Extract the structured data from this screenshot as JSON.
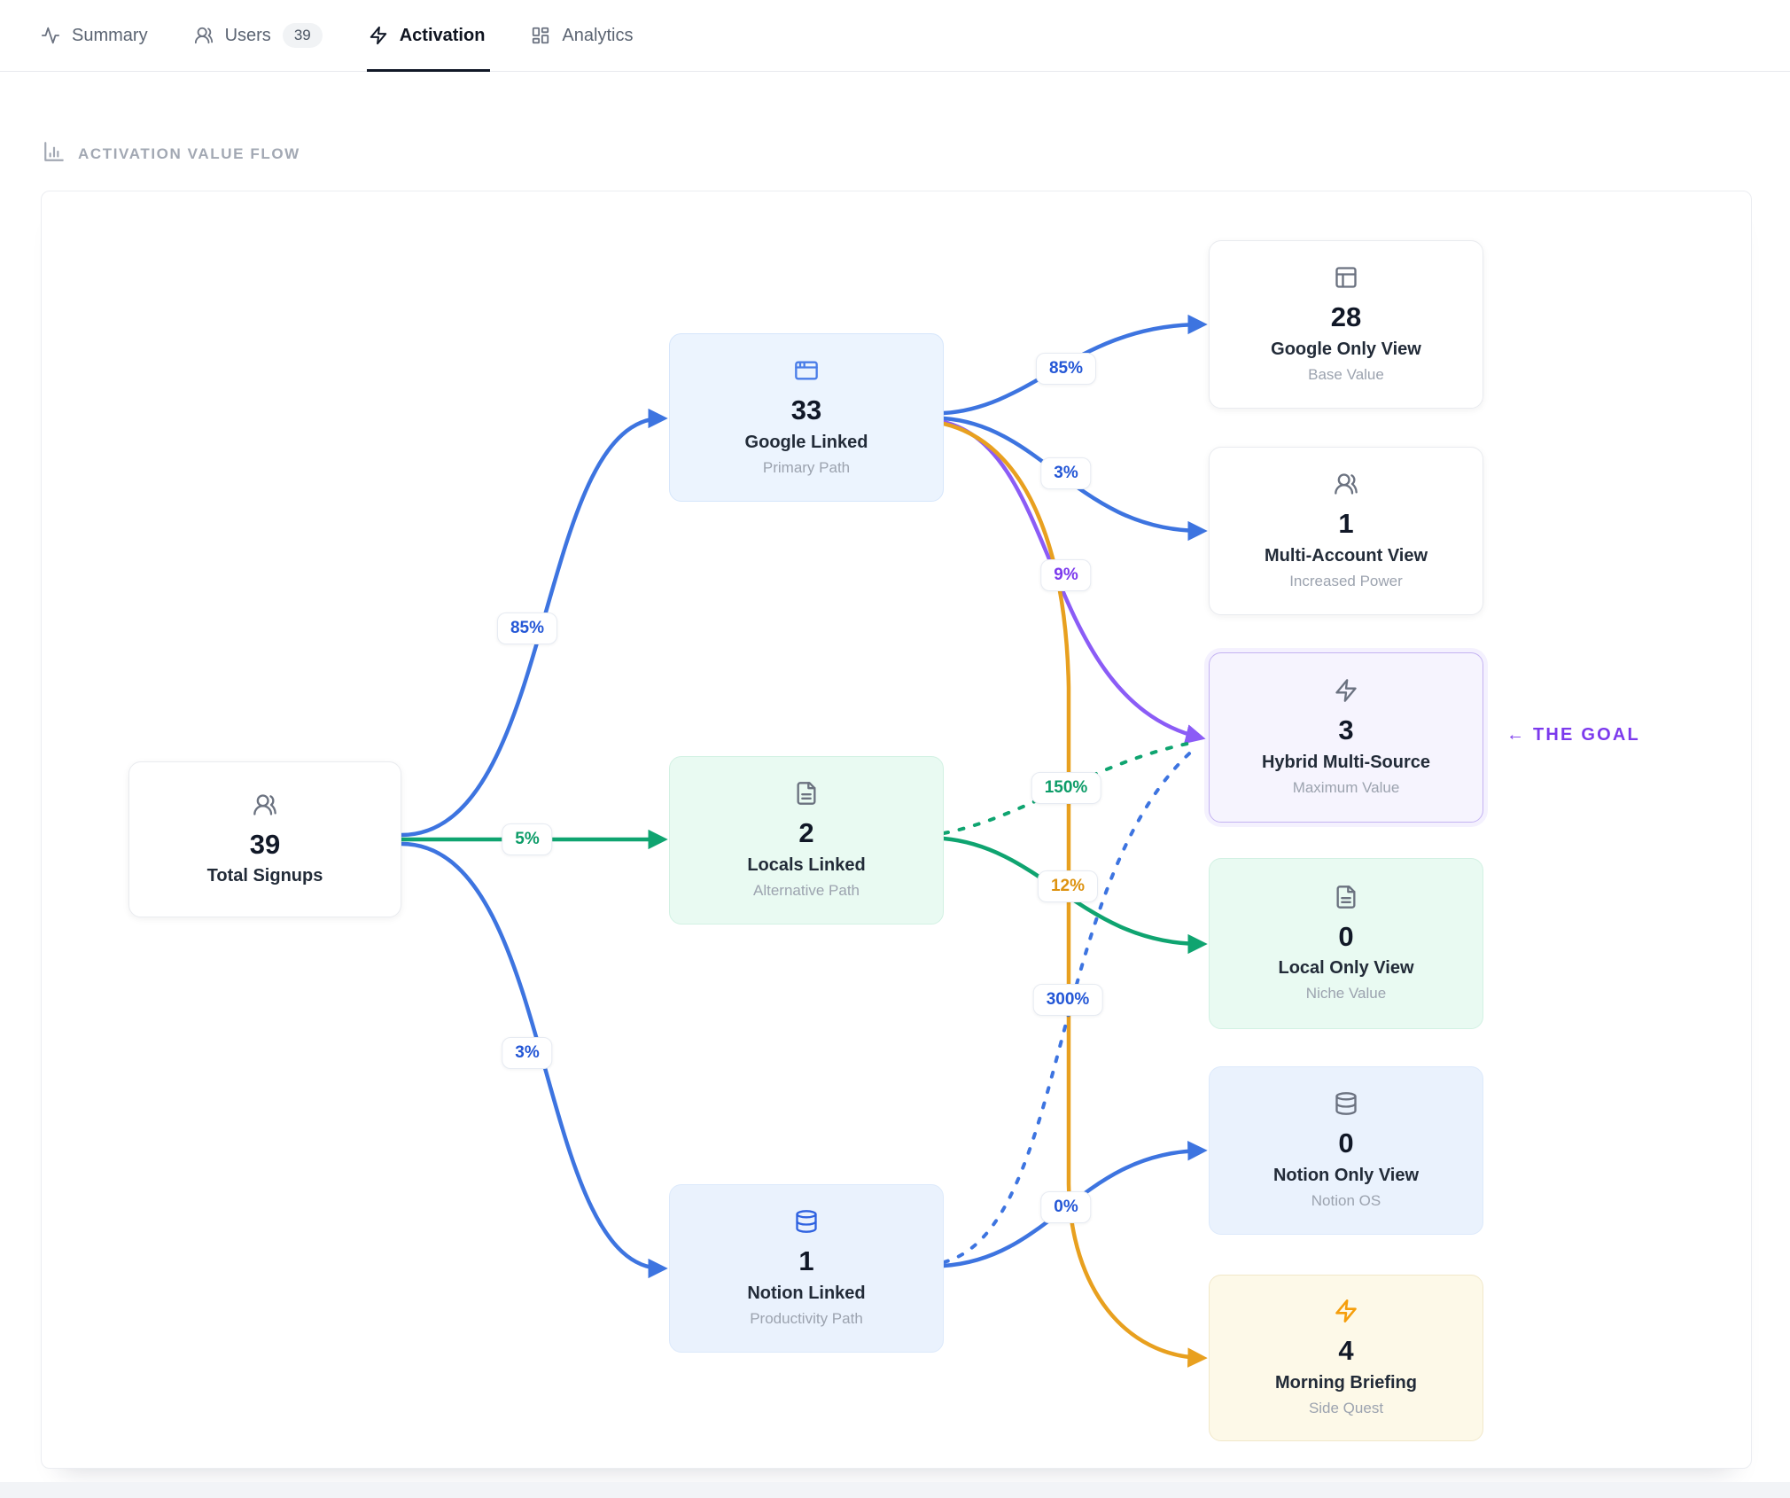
{
  "header": {
    "tabs": [
      {
        "id": "summary",
        "label": "Summary",
        "icon": "activity-icon",
        "active": false,
        "badge": null
      },
      {
        "id": "users",
        "label": "Users",
        "icon": "users-icon",
        "active": false,
        "badge": "39"
      },
      {
        "id": "activation",
        "label": "Activation",
        "icon": "zap-icon",
        "active": true,
        "badge": null
      },
      {
        "id": "analytics",
        "label": "Analytics",
        "icon": "dashboard-icon",
        "active": false,
        "badge": null
      }
    ]
  },
  "section_title": "ACTIVATION VALUE FLOW",
  "flow": {
    "source": {
      "value": "39",
      "label": "Total Signups",
      "icon": "users-icon"
    },
    "mid_nodes": [
      {
        "id": "google_linked",
        "value": "33",
        "label": "Google Linked",
        "sublabel": "Primary Path",
        "icon": "app-window-icon",
        "theme": "blue"
      },
      {
        "id": "locals_linked",
        "value": "2",
        "label": "Locals Linked",
        "sublabel": "Alternative Path",
        "icon": "file-text-icon",
        "theme": "green"
      },
      {
        "id": "notion_linked",
        "value": "1",
        "label": "Notion Linked",
        "sublabel": "Productivity Path",
        "icon": "database-icon",
        "theme": "blue"
      }
    ],
    "target_nodes": [
      {
        "id": "google_only",
        "value": "28",
        "label": "Google Only View",
        "sublabel": "Base Value",
        "icon": "layout-icon",
        "theme": "white"
      },
      {
        "id": "multi_account",
        "value": "1",
        "label": "Multi-Account View",
        "sublabel": "Increased Power",
        "icon": "users-icon",
        "theme": "white"
      },
      {
        "id": "hybrid",
        "value": "3",
        "label": "Hybrid Multi-Source",
        "sublabel": "Maximum Value",
        "icon": "zap-icon",
        "theme": "purple"
      },
      {
        "id": "local_only",
        "value": "0",
        "label": "Local Only View",
        "sublabel": "Niche Value",
        "icon": "file-text-icon",
        "theme": "green"
      },
      {
        "id": "notion_only",
        "value": "0",
        "label": "Notion Only View",
        "sublabel": "Notion OS",
        "icon": "database-icon",
        "theme": "blue"
      },
      {
        "id": "morning",
        "value": "4",
        "label": "Morning Briefing",
        "sublabel": "Side Quest",
        "icon": "zap-icon",
        "theme": "yellow"
      }
    ],
    "goal_label": "← THE GOAL",
    "edges": [
      {
        "from": "source",
        "to": "google_linked",
        "label": "85%",
        "color": "blue",
        "style": "solid"
      },
      {
        "from": "source",
        "to": "locals_linked",
        "label": "5%",
        "color": "green",
        "style": "solid"
      },
      {
        "from": "source",
        "to": "notion_linked",
        "label": "3%",
        "color": "blue",
        "style": "solid"
      },
      {
        "from": "google_linked",
        "to": "google_only",
        "label": "85%",
        "color": "blue",
        "style": "solid"
      },
      {
        "from": "google_linked",
        "to": "multi_account",
        "label": "3%",
        "color": "blue",
        "style": "solid"
      },
      {
        "from": "google_linked",
        "to": "hybrid",
        "label": "9%",
        "color": "purple",
        "style": "solid"
      },
      {
        "from": "google_linked",
        "to": "morning",
        "label": "12%",
        "color": "orange",
        "style": "solid"
      },
      {
        "from": "locals_linked",
        "to": "hybrid",
        "label": "150%",
        "color": "green",
        "style": "dashed"
      },
      {
        "from": "locals_linked",
        "to": "local_only",
        "label": "",
        "color": "green",
        "style": "solid"
      },
      {
        "from": "notion_linked",
        "to": "hybrid",
        "label": "300%",
        "color": "blue",
        "style": "dashed"
      },
      {
        "from": "notion_linked",
        "to": "notion_only",
        "label": "0%",
        "color": "blue",
        "style": "solid"
      }
    ]
  },
  "colors": {
    "blue": "#3d74e0",
    "green": "#0fa470",
    "purple": "#8b5cf6",
    "orange": "#e8a01f",
    "goal": "#7c3aed"
  }
}
